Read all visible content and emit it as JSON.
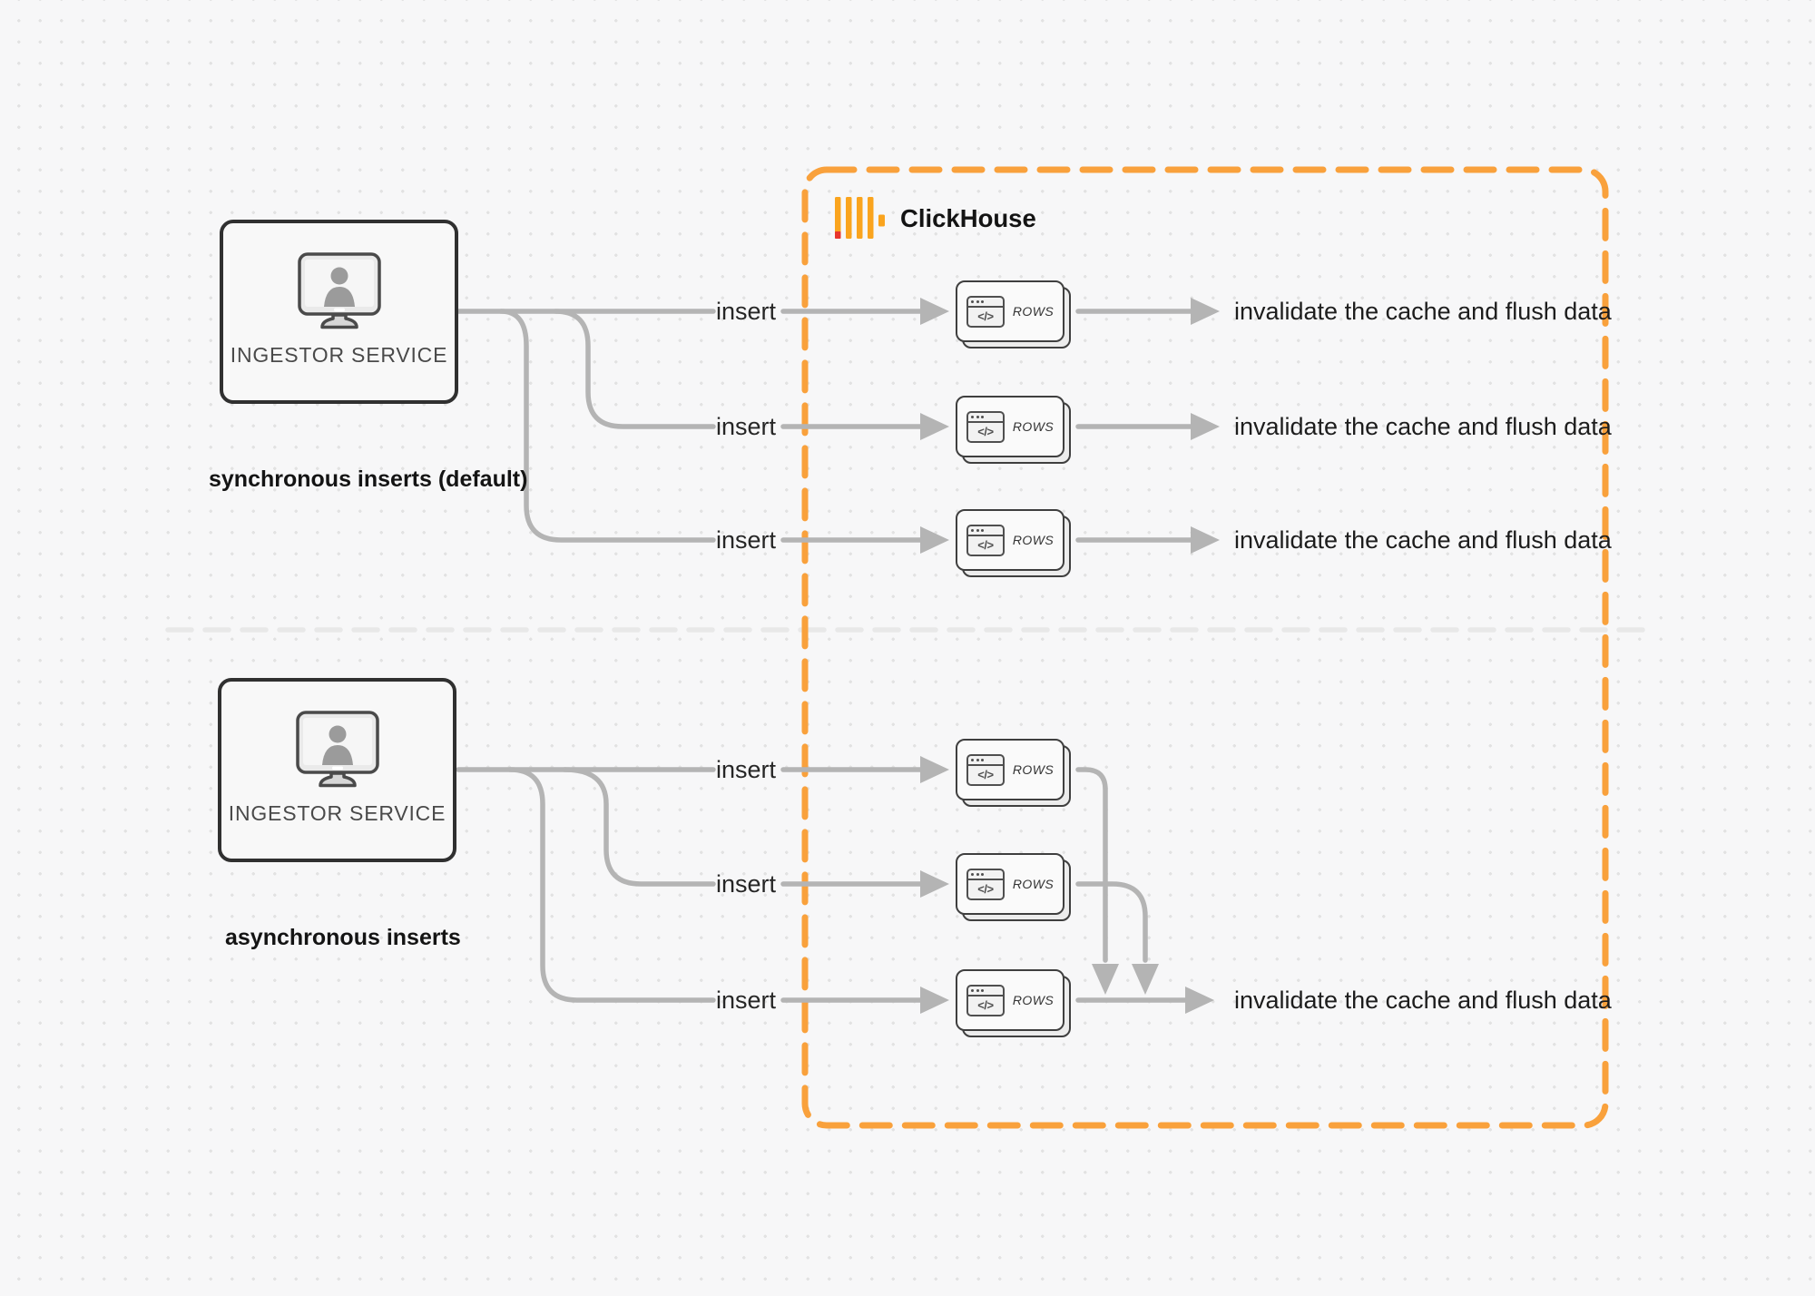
{
  "diagram": {
    "clickhouse": {
      "brand": "ClickHouse",
      "panel_border_color": "#F9A13C",
      "logo_bar_color": "#FAA41E",
      "logo_accent_color": "#E8352C"
    },
    "connector_color": "#B4B4B4",
    "sync": {
      "service_label": "INGESTOR SERVICE",
      "caption": "synchronous inserts (default)",
      "rows": [
        {
          "insert_label": "insert",
          "card_label": "ROWS",
          "card_icon_glyph": "</>",
          "result_label": "invalidate the cache and flush data"
        },
        {
          "insert_label": "insert",
          "card_label": "ROWS",
          "card_icon_glyph": "</>",
          "result_label": "invalidate the cache and flush data"
        },
        {
          "insert_label": "insert",
          "card_label": "ROWS",
          "card_icon_glyph": "</>",
          "result_label": "invalidate the cache and flush data"
        }
      ]
    },
    "async": {
      "service_label": "INGESTOR SERVICE",
      "caption": "asynchronous inserts",
      "rows": [
        {
          "insert_label": "insert",
          "card_label": "ROWS",
          "card_icon_glyph": "</>"
        },
        {
          "insert_label": "insert",
          "card_label": "ROWS",
          "card_icon_glyph": "</>"
        },
        {
          "insert_label": "insert",
          "card_label": "ROWS",
          "card_icon_glyph": "</>",
          "result_label": "invalidate the cache and flush data"
        }
      ]
    }
  }
}
